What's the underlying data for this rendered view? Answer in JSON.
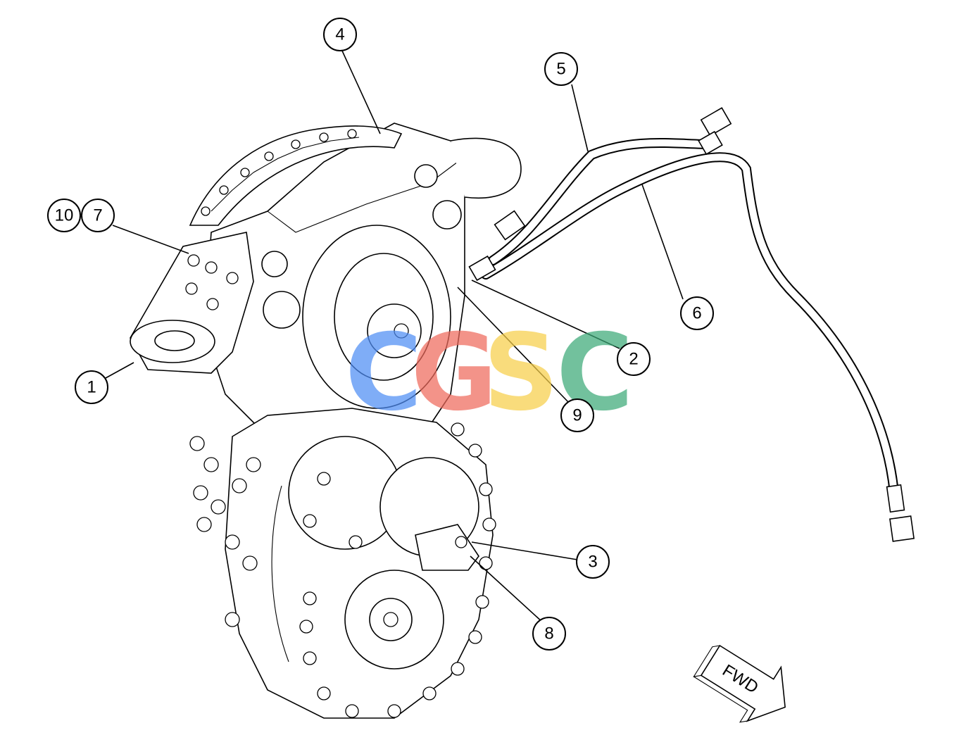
{
  "callouts": [
    {
      "id": "1",
      "label": "1"
    },
    {
      "id": "2",
      "label": "2"
    },
    {
      "id": "3",
      "label": "3"
    },
    {
      "id": "4",
      "label": "4"
    },
    {
      "id": "5",
      "label": "5"
    },
    {
      "id": "6",
      "label": "6"
    },
    {
      "id": "7",
      "label": "7"
    },
    {
      "id": "8",
      "label": "8"
    },
    {
      "id": "9",
      "label": "9"
    },
    {
      "id": "10",
      "label": "10"
    }
  ],
  "direction_arrow": {
    "label": "FWD"
  },
  "watermark": {
    "letters": [
      "C",
      "G",
      "S",
      "C"
    ],
    "colors": [
      "#4f8ef5",
      "#ef6a5c",
      "#f7cf4a",
      "#3daa78"
    ]
  }
}
